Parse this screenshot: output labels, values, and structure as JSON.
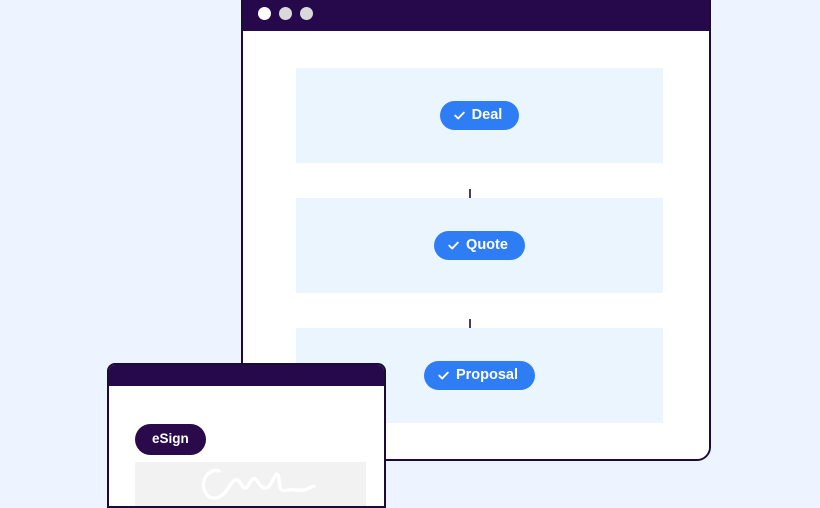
{
  "page": {
    "background_color": "#eef4ff"
  },
  "workflow_window": {
    "titlebar": {
      "color": "#25094a",
      "dots": [
        {
          "name": "window-dot-1",
          "color": "#ffffff"
        },
        {
          "name": "window-dot-2",
          "color": "#d9d9d9"
        },
        {
          "name": "window-dot-3",
          "color": "#d9d9d9"
        }
      ]
    },
    "accent_color": "#2f7df4",
    "row_background_color": "#eaf5fd",
    "border_color": "#1b0b3b",
    "stages": [
      {
        "label": "Deal",
        "icon": "check-icon",
        "state": "complete"
      },
      {
        "label": "Quote",
        "icon": "check-icon",
        "state": "complete"
      },
      {
        "label": "Proposal",
        "icon": "check-icon",
        "state": "complete"
      }
    ],
    "connectors": [
      {
        "name": "arrow-down-icon",
        "from": "Deal",
        "to": "Quote"
      },
      {
        "name": "arrow-down-icon",
        "from": "Quote",
        "to": "Proposal"
      }
    ]
  },
  "esign_window": {
    "titlebar": {
      "color": "#25094a"
    },
    "badge": {
      "label": "eSign",
      "background_color": "#2a0a4a",
      "text_color": "#ffffff"
    },
    "signature_field": {
      "background_color": "#f2f2f2",
      "stroke_color": "#ffffff",
      "icon": "signature-scribble-icon"
    },
    "border_color": "#1b0b3b"
  }
}
